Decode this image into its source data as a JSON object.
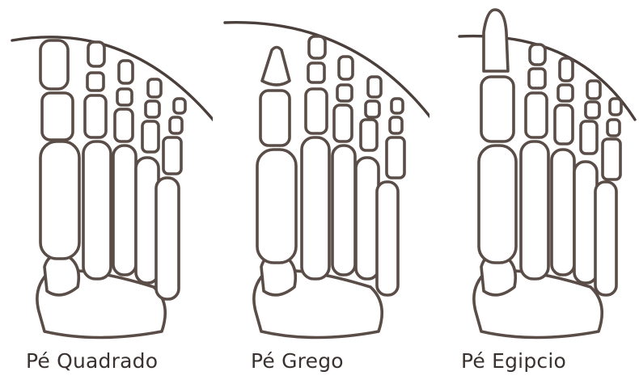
{
  "figures": [
    {
      "caption": "Pé Quadrado"
    },
    {
      "caption": "Pé Grego"
    },
    {
      "caption": "Pé Egipcio"
    }
  ]
}
